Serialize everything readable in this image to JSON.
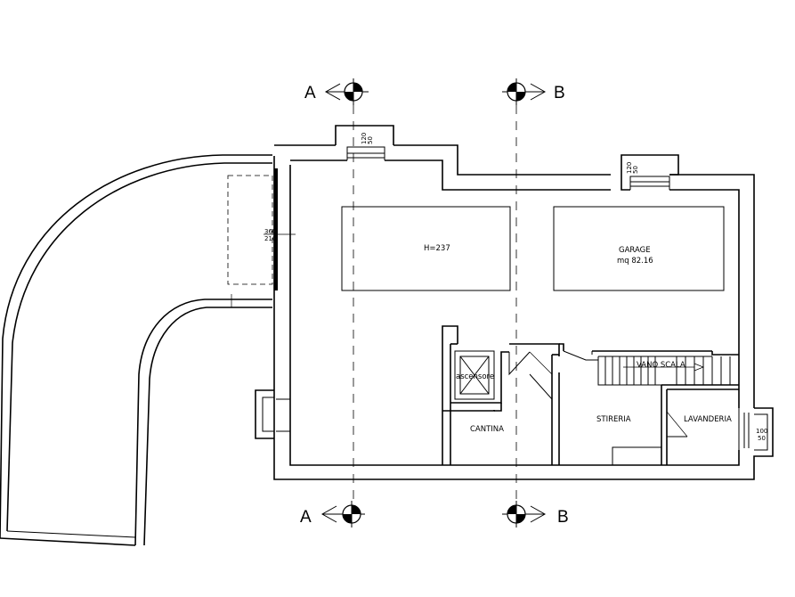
{
  "sections": {
    "a_label": "A",
    "b_label": "B"
  },
  "rooms": {
    "height": "H=237",
    "garage": "GARAGE",
    "garage_area": "mq 82.16",
    "elevator": "ascensore",
    "stairwell": "VANO SCALA",
    "cellar": "CANTINA",
    "ironing": "STIRERIA",
    "laundry": "LAVANDERIA"
  },
  "dimensions": {
    "top_window_w": "120",
    "top_window_h": "50",
    "right_window_w": "120",
    "right_window_h": "50",
    "west_opening_w": "360",
    "west_opening_h": "210",
    "east_window_w": "100",
    "east_window_h": "50"
  }
}
